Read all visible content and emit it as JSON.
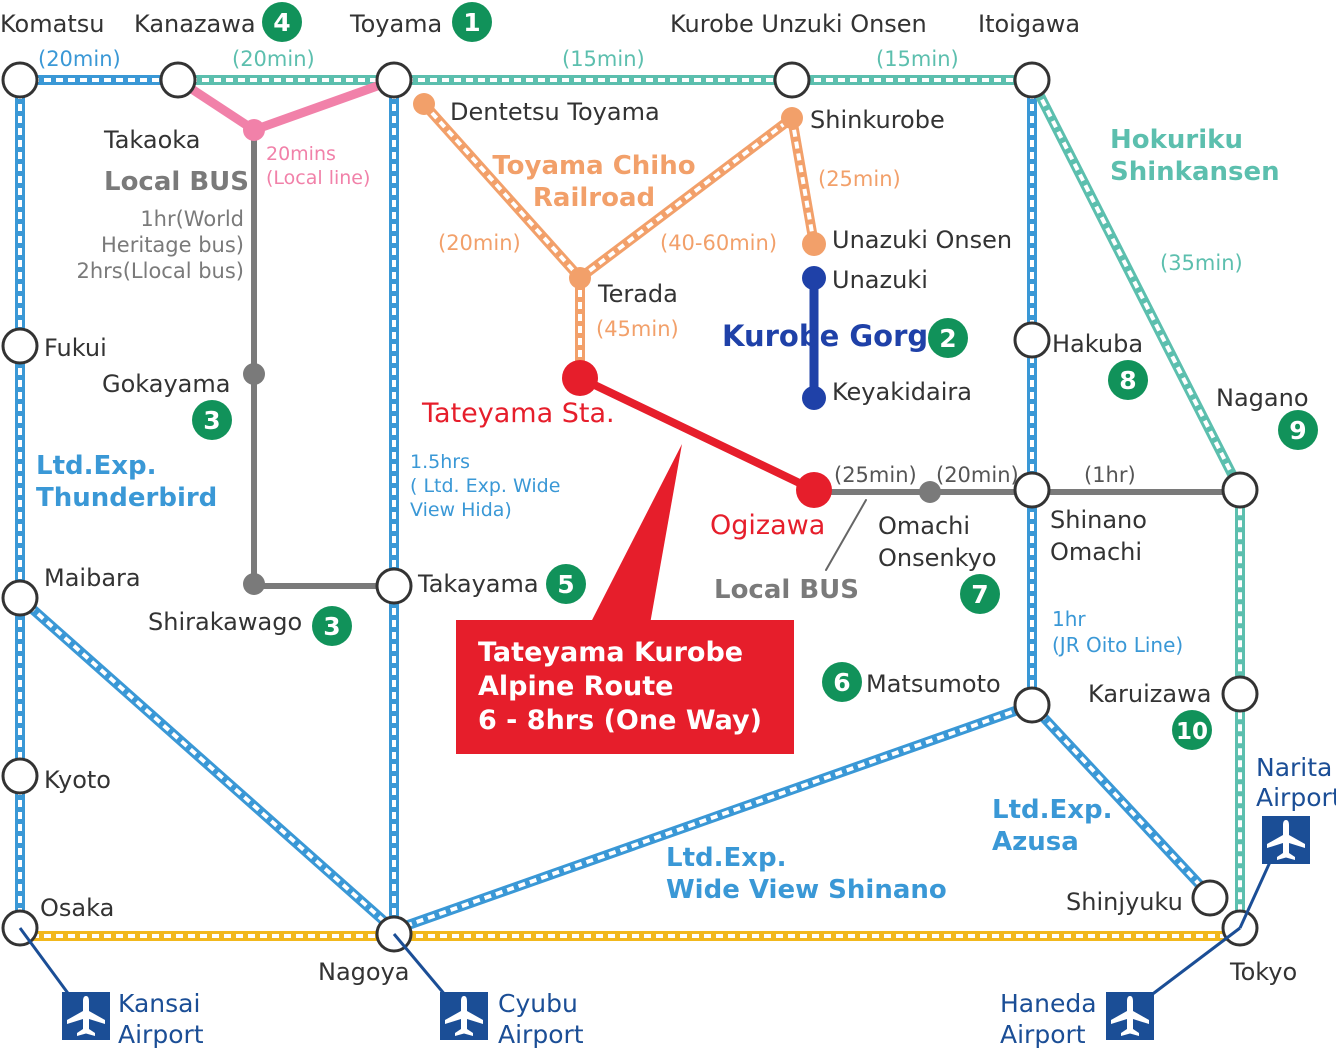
{
  "colors": {
    "jr_blue": "#3a98d6",
    "shinkansen_teal": "#5cbfae",
    "chiho_orange": "#f2a06a",
    "bus_gray": "#7a7a7a",
    "local_pink": "#f181a9",
    "kurobe_navy": "#1f41a8",
    "alpine_red": "#e61e2b",
    "tokaido_yellow": "#f2b81d",
    "badge_green": "#11925a",
    "airport_navy": "#1b4e96",
    "text_gray": "#333333"
  },
  "stations": {
    "komatsu": "Komatsu",
    "kanazawa": "Kanazawa",
    "toyama": "Toyama",
    "kurobe_unazuki_onsen": "Kurobe Unzuki Onsen",
    "itoigawa": "Itoigawa",
    "takaoka": "Takaoka",
    "dentetsu_toyama": "Dentetsu Toyama",
    "shinkurobe": "Shinkurobe",
    "unazuki_onsen": "Unazuki Onsen",
    "unazuki": "Unazuki",
    "keyakidaira": "Keyakidaira",
    "terada": "Terada",
    "tateyama": "Tateyama Sta.",
    "ogizawa": "Ogizawa",
    "fukui": "Fukui",
    "gokayama": "Gokayama",
    "hakuba": "Hakuba",
    "nagano": "Nagano",
    "omachi_onsenkyo_1": "Omachi",
    "omachi_onsenkyo_2": "Onsenkyo",
    "shinano_omachi_1": "Shinano",
    "shinano_omachi_2": "Omachi",
    "maibara": "Maibara",
    "takayama": "Takayama",
    "shirakawago": "Shirakawago",
    "matsumoto": "Matsumoto",
    "karuizawa": "Karuizawa",
    "kyoto": "Kyoto",
    "osaka": "Osaka",
    "nagoya": "Nagoya",
    "shinjyuku": "Shinjyuku",
    "tokyo": "Tokyo"
  },
  "times": {
    "komatsu_kanazawa": "(20min)",
    "kanazawa_toyama": "(20min)",
    "toyama_kurobe": "(15min)",
    "kurobe_itoigawa": "(15min)",
    "local_line_1": "20mins",
    "local_line_2": "(Local line)",
    "bus_time_1": "1hr(World",
    "bus_time_2": "Heritage bus)",
    "bus_time_3": "2hrs(Llocal  bus)",
    "shinkurobe_unazuki": "(25min)",
    "dentetsu_terada": "(20min)",
    "terada_shinkurobe": "(40-60min)",
    "terada_tateyama": "(45min)",
    "itoigawa_nagano": "(35min)",
    "ogizawa_omachi": "(25min)",
    "omachi_shinano": "(20min)",
    "shinano_nagano": "(1hr)",
    "hida_1": "1.5hrs",
    "hida_2": "( Ltd. Exp. Wide",
    "hida_3": "View Hida)",
    "oito_1": "1hr",
    "oito_2": "(JR Oito Line)"
  },
  "lines": {
    "hokuriku_1": "Hokuriku",
    "hokuriku_2": "Shinkansen",
    "chiho_1": "Toyama Chiho",
    "chiho_2": "Railroad",
    "local_bus_takaoka": "Local BUS",
    "local_bus_ogizawa": "Local BUS",
    "kurobe_gorge": "Kurobe Gorge",
    "thunderbird_1": "Ltd.Exp.",
    "thunderbird_2": "Thunderbird",
    "azusa_1": "Ltd.Exp.",
    "azusa_2": "Azusa",
    "shinano_1": "Ltd.Exp.",
    "shinano_2": "Wide View Shinano"
  },
  "callout": {
    "line1": "Tateyama Kurobe",
    "line2": "Alpine Route",
    "line3": "6 - 8hrs (One Way)"
  },
  "badges": {
    "toyama": "1",
    "kurobe_gorge": "2",
    "gokayama": "3",
    "shirakawago": "3",
    "kanazawa": "4",
    "takayama": "5",
    "matsumoto": "6",
    "omachi_onsenkyo": "7",
    "hakuba": "8",
    "nagano": "9",
    "karuizawa": "10"
  },
  "airports": {
    "kansai_1": "Kansai",
    "kansai_2": "Airport",
    "cyubu_1": "Cyubu",
    "cyubu_2": "Airport",
    "haneda_1": "Haneda",
    "haneda_2": "Airport",
    "narita_1": "Narita",
    "narita_2": "Airport"
  }
}
